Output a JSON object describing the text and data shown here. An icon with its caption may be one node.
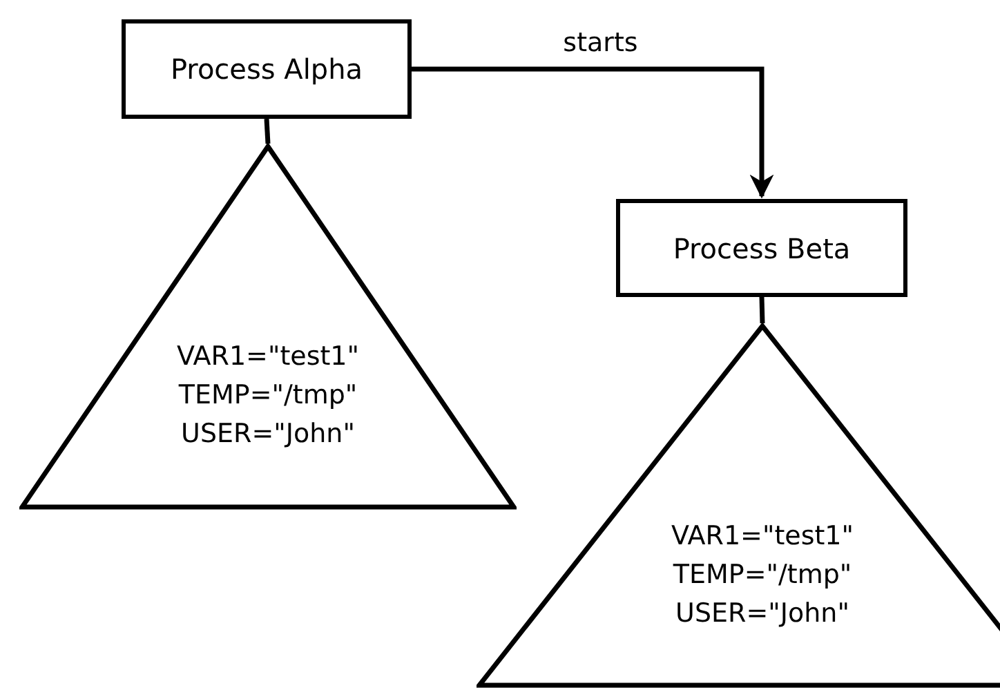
{
  "diagram": {
    "nodes": [
      {
        "text": [
          "Process Alpha"
        ]
      },
      {
        "text": [
          "VAR1=\"test1\"",
          "TEMP=\"/tmp\"",
          "USER=\"John\""
        ]
      },
      {
        "text": [
          "Process Beta"
        ]
      },
      {
        "text": [
          "VAR1=\"test1\"",
          "TEMP=\"/tmp\"",
          "USER=\"John\""
        ]
      }
    ],
    "edges": [
      {
        "from": 0,
        "to": 2,
        "arrow": "to",
        "label": "starts"
      },
      {
        "from": 0,
        "to": 1,
        "arrow": "none"
      },
      {
        "from": 2,
        "to": 3,
        "arrow": "none"
      }
    ]
  }
}
